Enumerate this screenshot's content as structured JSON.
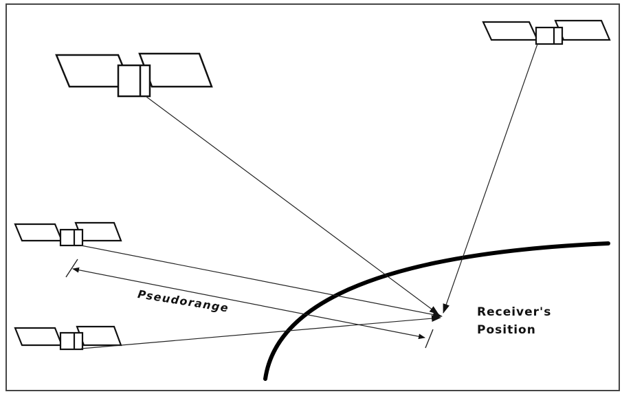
{
  "labels": {
    "pseudorange": "Pseudorange",
    "receiver_line1": "Receiver's",
    "receiver_line2": "Position"
  },
  "colors": {
    "line": "#222222",
    "border": "#444444",
    "background": "#ffffff"
  }
}
